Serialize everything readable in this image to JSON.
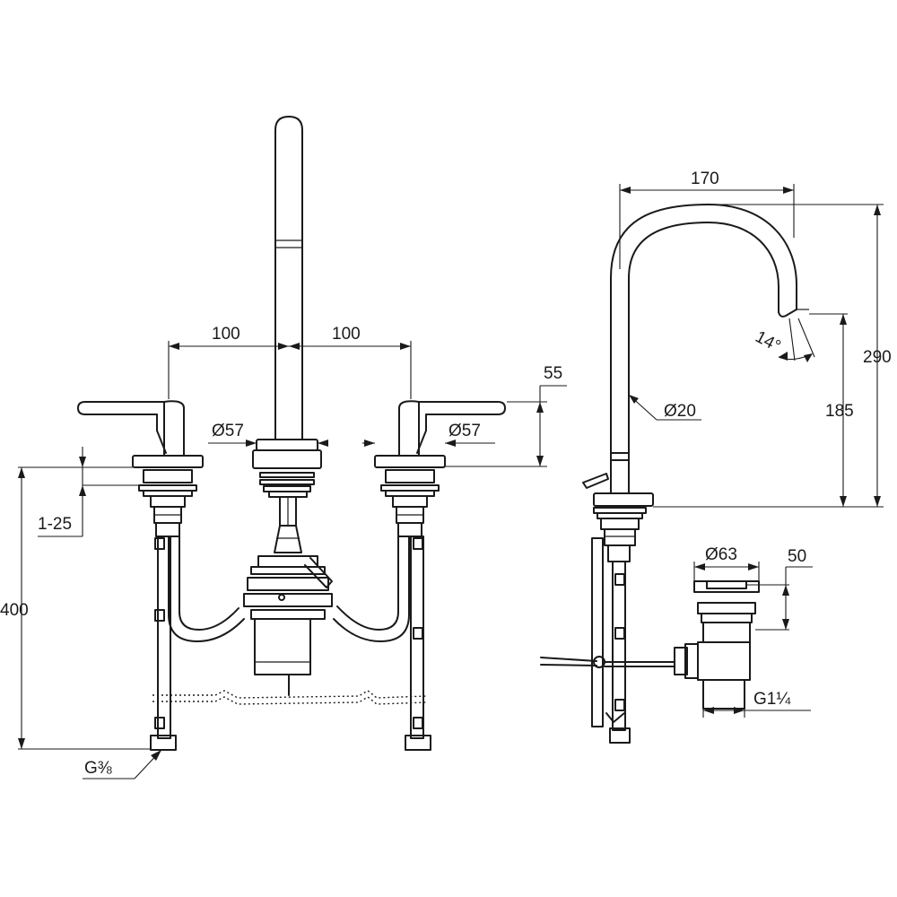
{
  "colors": {
    "line": "#1a1a1a",
    "background": "#ffffff"
  },
  "dimensions": {
    "front_left_spacing": "100",
    "front_right_spacing": "100",
    "left_rosette_diameter": "Ø57",
    "right_rosette_diameter": "Ø57",
    "handle_height": "55",
    "deck_thickness": "1-25",
    "total_supply_length": "400",
    "supply_thread": "G⅜",
    "spout_reach": "170",
    "spout_height_total": "290",
    "outlet_height": "185",
    "spout_tube_diameter": "Ø20",
    "outlet_angle": "14°",
    "drain_diameter": "Ø63",
    "drain_height": "50",
    "drain_thread": "G1¼"
  }
}
